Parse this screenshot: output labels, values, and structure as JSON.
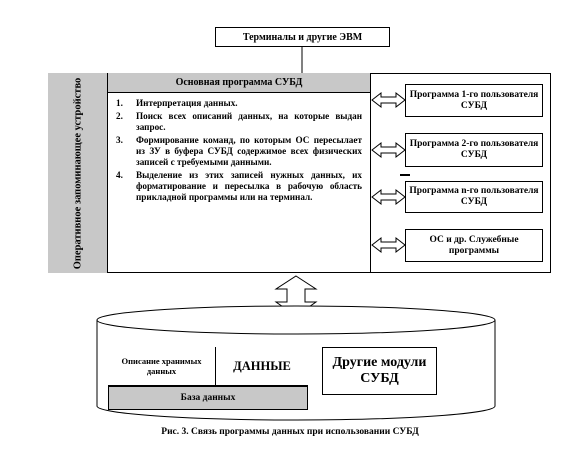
{
  "terminals": "Терминалы и другие ЭВМ",
  "ozu_label": "Оперативное запоминающее устройство",
  "main_header": "Основная программа СУБД",
  "steps": [
    {
      "num": "1.",
      "text": "Интерпретация данных."
    },
    {
      "num": "2.",
      "text": "Поиск всех описаний данных, на которые выдан запрос."
    },
    {
      "num": "3.",
      "text": "Формирование команд, по которым ОС пересылает из ЗУ в буфера СУБД содержимое всех физических записей с требуемыми данными."
    },
    {
      "num": "4.",
      "text": "Выделение из этих записей нужных данных, их форматирование и пересылка в рабочую область прикладной программы или на терминал."
    }
  ],
  "programs": {
    "p1": "Программа 1-го пользователя СУБД",
    "p2": "Программа 2-го пользователя СУБД",
    "pn": "Программа n-го пользователя СУБД",
    "os": "ОС и др. Служебные программы"
  },
  "database": {
    "description": "Описание хранимых данных",
    "data": "ДАННЫЕ",
    "label": "База данных"
  },
  "other_modules": "Другие модули СУБД",
  "caption": "Рис. 3. Связь программы данных при использовании СУБД"
}
